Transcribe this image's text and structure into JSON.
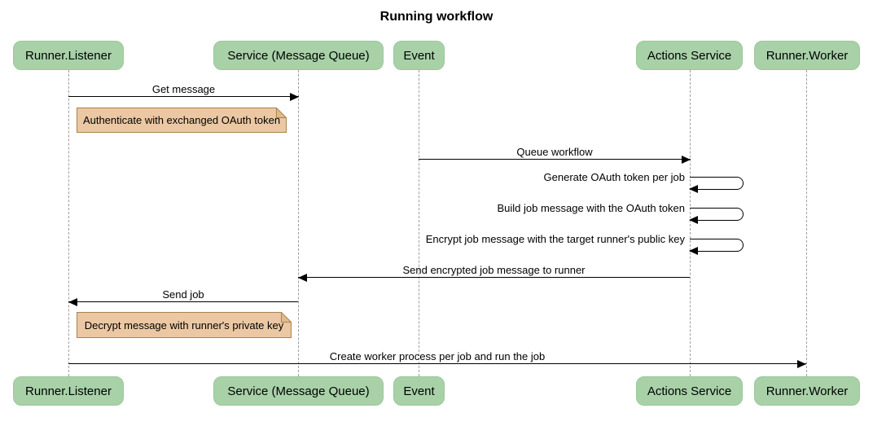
{
  "title": "Running workflow",
  "colors": {
    "actor_fill": "#A8D1A8",
    "note_fill": "#EBC8A3",
    "note_border": "#A9834D",
    "lifeline": "#9E9E9E",
    "arrow": "#000000"
  },
  "actors": [
    {
      "label": "Runner.Listener"
    },
    {
      "label": "Service (Message Queue)"
    },
    {
      "label": "Event"
    },
    {
      "label": "Actions Service"
    },
    {
      "label": "Runner.Worker"
    }
  ],
  "messages": [
    {
      "label": "Get message",
      "from": "Runner.Listener",
      "to": "Service (Message Queue)"
    },
    {
      "label": "Queue workflow",
      "from": "Event",
      "to": "Actions Service"
    },
    {
      "label": "Generate OAuth token per job",
      "from": "Actions Service",
      "to": "Actions Service"
    },
    {
      "label": "Build job message with the OAuth token",
      "from": "Actions Service",
      "to": "Actions Service"
    },
    {
      "label": "Encrypt job message with the target runner's public key",
      "from": "Actions Service",
      "to": "Actions Service"
    },
    {
      "label": "Send encrypted job message to runner",
      "from": "Actions Service",
      "to": "Service (Message Queue)"
    },
    {
      "label": "Send job",
      "from": "Service (Message Queue)",
      "to": "Runner.Listener"
    },
    {
      "label": "Create worker process per job and run the job",
      "from": "Runner.Listener",
      "to": "Runner.Worker"
    }
  ],
  "notes": [
    {
      "text": "Authenticate with exchanged OAuth token"
    },
    {
      "text": "Decrypt message with runner's private key"
    }
  ]
}
